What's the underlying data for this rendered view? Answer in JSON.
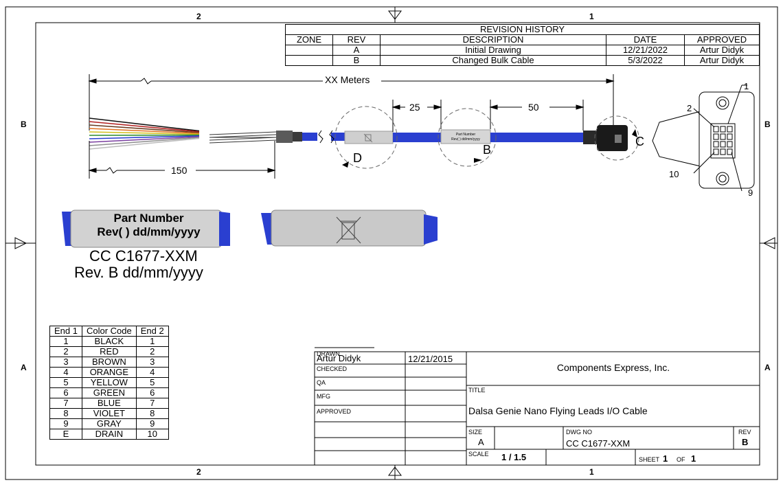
{
  "zones": {
    "top_left": "2",
    "top_right": "1",
    "bottom_left": "2",
    "bottom_right": "1",
    "left_upper": "B",
    "left_lower": "A",
    "right_upper": "B",
    "right_lower": "A"
  },
  "revision": {
    "title": "REVISION HISTORY",
    "headers": [
      "ZONE",
      "REV",
      "DESCRIPTION",
      "DATE",
      "APPROVED"
    ],
    "rows": [
      [
        "",
        "A",
        "Initial Drawing",
        "12/21/2022",
        "Artur Didyk"
      ],
      [
        "",
        "B",
        "Changed Bulk Cable",
        "5/3/2022",
        "Artur Didyk"
      ]
    ]
  },
  "dimensions": {
    "overall": "XX Meters",
    "strip": "150",
    "label1": "25",
    "label2": "50"
  },
  "details": {
    "d": "D",
    "b": "B",
    "c": "C"
  },
  "connector": {
    "pin1": "1",
    "pin2": "2",
    "pin9": "9",
    "pin10": "10"
  },
  "small_label": {
    "line1": "Part Number",
    "line2": "Rev( ) dd/mm/yyyy"
  },
  "label_large": {
    "line1": "Part Number",
    "line2": "Rev( )  dd/mm/yyyy"
  },
  "label_text": {
    "line1": "CC C1677-XXM",
    "line2": "Rev. B dd/mm/yyyy"
  },
  "color_table": {
    "headers": [
      "End 1",
      "Color Code",
      "End 2"
    ],
    "rows": [
      [
        "1",
        "BLACK",
        "1"
      ],
      [
        "2",
        "RED",
        "2"
      ],
      [
        "3",
        "BROWN",
        "3"
      ],
      [
        "4",
        "ORANGE",
        "4"
      ],
      [
        "5",
        "YELLOW",
        "5"
      ],
      [
        "6",
        "GREEN",
        "6"
      ],
      [
        "7",
        "BLUE",
        "7"
      ],
      [
        "8",
        "VIOLET",
        "8"
      ],
      [
        "9",
        "GRAY",
        "9"
      ],
      [
        "E",
        "DRAIN",
        "10"
      ]
    ]
  },
  "title_block": {
    "drawn_label": "DRAWN",
    "drawn_by": "Artur Didyk",
    "drawn_date": "12/21/2015",
    "checked_label": "CHECKED",
    "qa_label": "QA",
    "mfg_label": "MFG",
    "approved_label": "APPROVED",
    "company": "Components Express, Inc.",
    "title_label": "TITLE",
    "title": "Dalsa Genie Nano Flying Leads I/O Cable",
    "size_label": "SIZE",
    "size": "A",
    "dwg_label": "DWG NO",
    "dwg_no": "CC C1677-XXM",
    "rev_label": "REV",
    "rev": "B",
    "scale_label": "SCALE",
    "scale": "1 / 1.5",
    "sheet_label": "SHEET",
    "sheet": "1",
    "of_label": "OF",
    "sheet_total": "1"
  },
  "colors": {
    "cable": "#2a3fd0",
    "sleeve": "#cfcfcf"
  },
  "wire_colors": [
    "#111111",
    "#b22222",
    "#6b3a1f",
    "#e07020",
    "#d4c020",
    "#2e8b2e",
    "#2a3fd0",
    "#7b3fa0",
    "#909090",
    "#bdbdbd"
  ]
}
